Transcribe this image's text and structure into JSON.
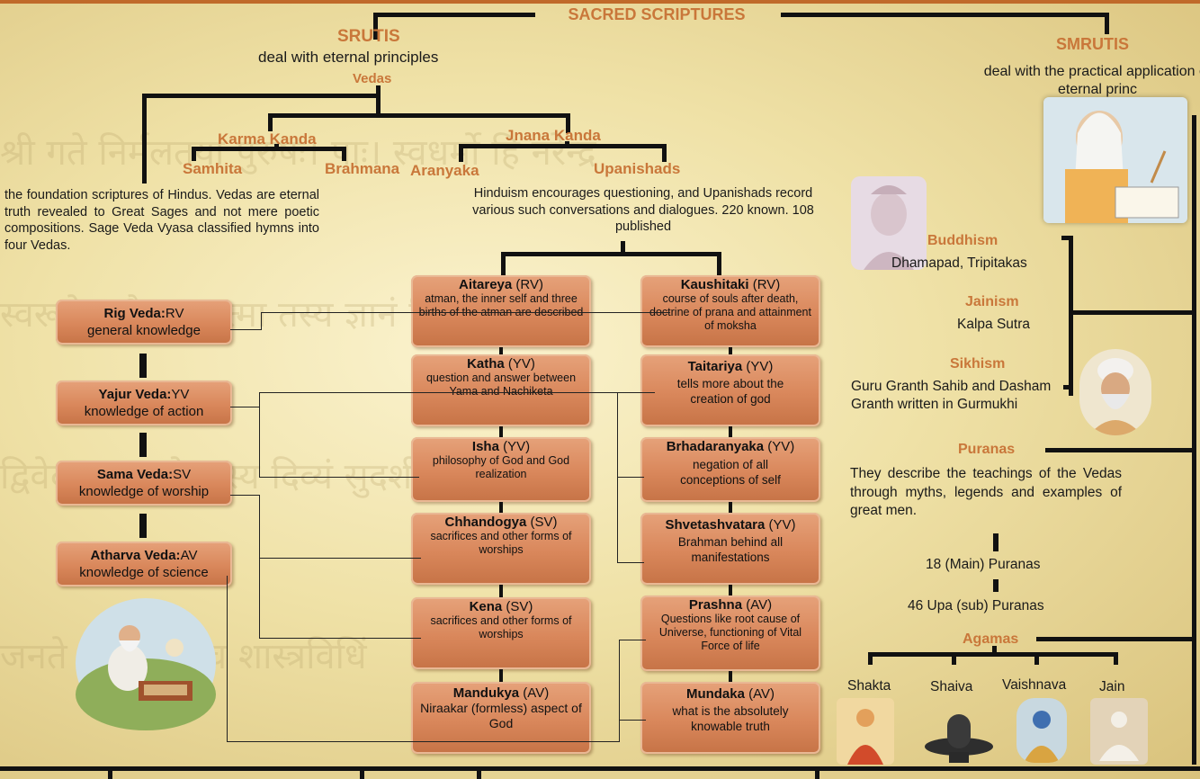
{
  "title": "SACRED SCRIPTURES",
  "srutis": {
    "heading": "SRUTIS",
    "desc": "deal with eternal principles",
    "vedas_label": "Vedas",
    "karma_kanda": "Karma Kanda",
    "jnana_kanda": "Jnana Kanda",
    "samhita": "Samhita",
    "brahmana": "Brahmana",
    "aranyaka": "Aranyaka",
    "upanishads_label": "Upanishads",
    "samhita_desc": "the foundation scriptures of Hindus. Vedas are eternal truth revealed to Great Sages and not mere poetic compositions. Sage Veda Vyasa classified hymns into four Vedas.",
    "upanishads_desc": "Hinduism encourages questioning, and Upanishads record various such conversations and dialogues. 220 known. 108 published",
    "vedas": [
      {
        "name": "Rig Veda:",
        "abbr": "RV",
        "desc": "general knowledge"
      },
      {
        "name": "Yajur Veda:",
        "abbr": "YV",
        "desc": "knowledge of action"
      },
      {
        "name": "Sama Veda:",
        "abbr": "SV",
        "desc": "knowledge of worship"
      },
      {
        "name": "Atharva Veda:",
        "abbr": "AV",
        "desc": "knowledge of science"
      }
    ],
    "upanishads_left": [
      {
        "name": "Aitareya",
        "tag": " (RV)",
        "desc": "atman, the inner self and three births of the atman are described"
      },
      {
        "name": "Katha",
        "tag": " (YV)",
        "desc": "question and answer between Yama and Nachiketa"
      },
      {
        "name": "Isha",
        "tag": " (YV)",
        "desc": "philosophy of God and God realization"
      },
      {
        "name": "Chhandogya",
        "tag": " (SV)",
        "desc": "sacrifices and other forms of worships"
      },
      {
        "name": "Kena",
        "tag": " (SV)",
        "desc": "sacrifices and other forms of worships"
      },
      {
        "name": "Mandukya",
        "tag": " (AV)",
        "desc": "Niraakar (formless) aspect of God"
      }
    ],
    "upanishads_right": [
      {
        "name": "Kaushitaki",
        "tag": " (RV)",
        "desc": "course of souls after death, doctrine of prana and attainment of moksha"
      },
      {
        "name": "Taitariya",
        "tag": " (YV)",
        "desc": "tells more about the creation of god"
      },
      {
        "name": "Brhadaranyaka",
        "tag": " (YV)",
        "desc": "negation of all conceptions of self"
      },
      {
        "name": "Shvetashvatara",
        "tag": " (YV)",
        "desc": "Brahman behind all manifestations"
      },
      {
        "name": "Prashna",
        "tag": " (AV)",
        "desc": "Questions like root cause of Universe, functioning of Vital Force of life"
      },
      {
        "name": "Mundaka",
        "tag": " (AV)",
        "desc": "what is the absolutely knowable truth"
      }
    ]
  },
  "smrutis": {
    "heading": "SMRUTIS",
    "desc": "deal with the practical application of eternal princ",
    "buddhism": {
      "heading": "Buddhism",
      "text": "Dhamapad, Tripitakas"
    },
    "jainism": {
      "heading": "Jainism",
      "text": "Kalpa Sutra"
    },
    "sikhism": {
      "heading": "Sikhism",
      "text": "Guru Granth Sahib and Dasham Granth written in Gurmukhi"
    },
    "puranas": {
      "heading": "Puranas",
      "desc": "They describe the teachings of the Vedas through myths, legends and examples of great men.",
      "main": "18 (Main) Puranas",
      "upa": "46 Upa (sub) Puranas"
    },
    "agamas": {
      "heading": "Agamas",
      "items": [
        "Shakta",
        "Shaiva",
        "Vaishnava",
        "Jain"
      ]
    }
  },
  "colors": {
    "heading": "#c9773a",
    "card": "#d9875b",
    "line": "#111111",
    "background": "#efe1a6"
  }
}
